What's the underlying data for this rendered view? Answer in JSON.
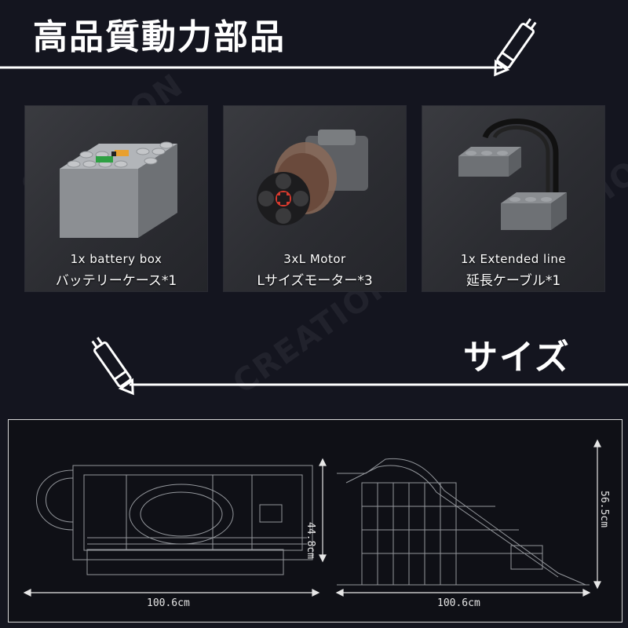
{
  "header": {
    "title": "高品質動力部品"
  },
  "parts": [
    {
      "name_en": "1x battery box",
      "name_jp": "バッテリーケース*1",
      "icon": "battery-box-icon"
    },
    {
      "name_en": "3xL Motor",
      "name_jp": "Lサイズモーター*3",
      "icon": "motor-icon"
    },
    {
      "name_en": "1x  Extended line",
      "name_jp": "延長ケーブル*1",
      "icon": "extension-cable-icon"
    }
  ],
  "size_section": {
    "title": "サイズ",
    "left_width": "100.6cm",
    "left_height": "44.8cm",
    "right_width": "100.6cm",
    "right_height": "56.5cm"
  },
  "watermark": "CREATION",
  "colors": {
    "background": "#14151f",
    "accent": "#ffffff"
  }
}
